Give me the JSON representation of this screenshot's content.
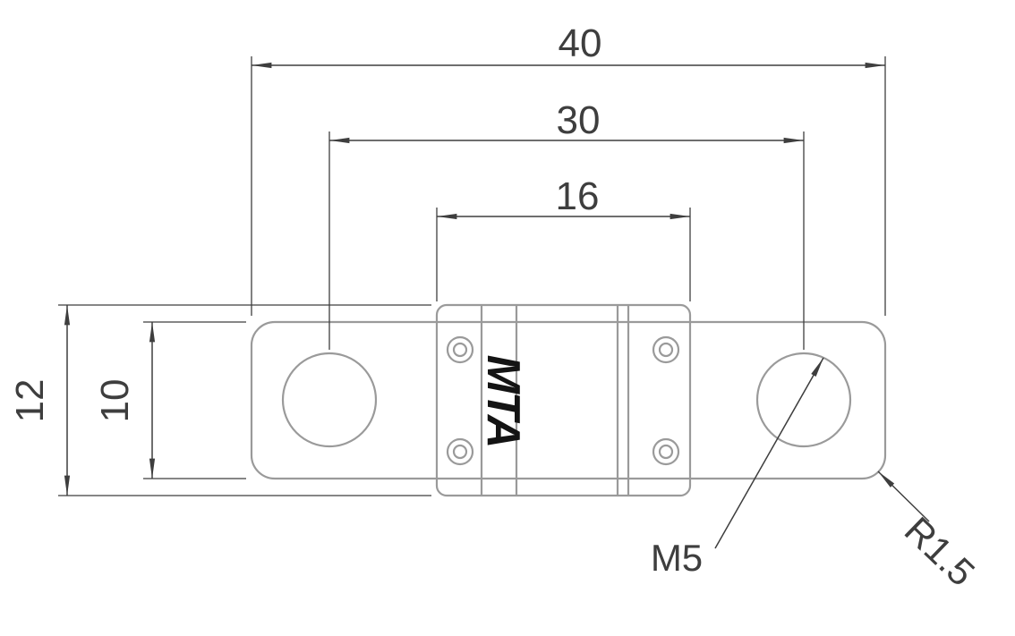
{
  "drawing": {
    "dimensions": {
      "overall_length": "40",
      "hole_center_distance": "30",
      "housing_width": "16",
      "housing_height": "12",
      "terminal_strip_height": "10"
    },
    "callouts": {
      "mounting_hole_thread": "M5",
      "corner_radius": "R1.5"
    },
    "branding": {
      "logo": "MTA"
    },
    "colors": {
      "background": "#ffffff",
      "dimension_lines": "#3e3e3e",
      "part_outline": "#9a9a9a",
      "logo": "#141414"
    }
  }
}
